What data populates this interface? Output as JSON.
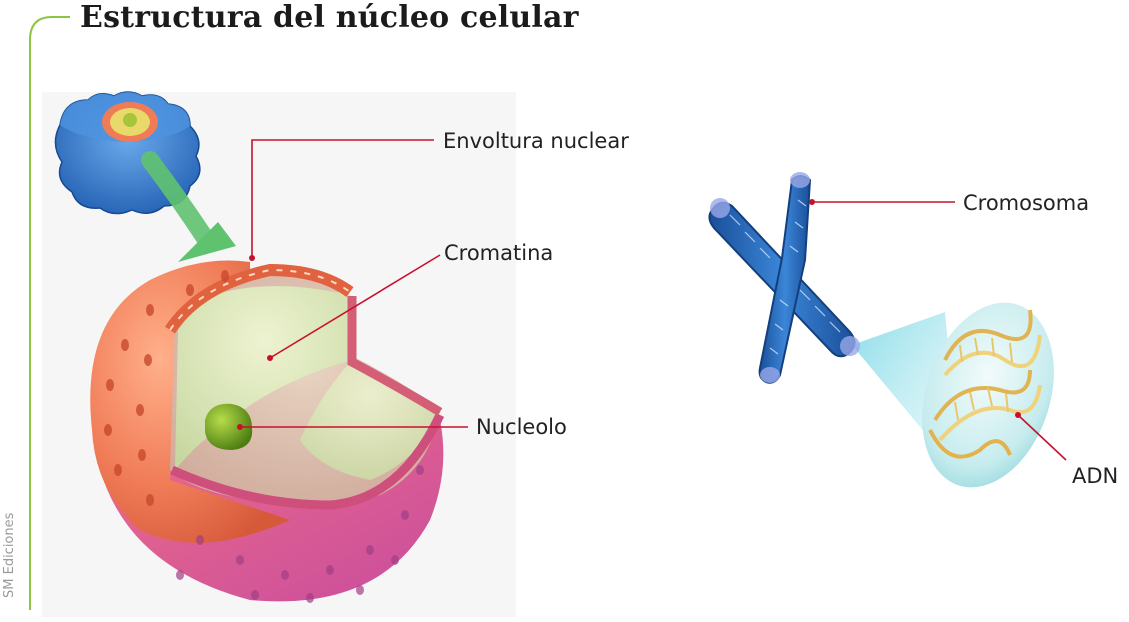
{
  "title": "Estructura del núcleo celular",
  "labels": {
    "envoltura": "Envoltura nuclear",
    "cromatina": "Cromatina",
    "nucleolo": "Nucleolo",
    "cromosoma": "Cromosoma",
    "adn": "ADN"
  },
  "credit": "SM Ediciones",
  "colors": {
    "frame": "#8cc63e",
    "leader": "#c8102e",
    "envelope": "#f07b57",
    "envelope_lower": "#d9569a",
    "chromatin": "#d7e6b0",
    "nucleolus": "#6e9e1e",
    "chromosome": "#1f5fb0",
    "cell": "#3a7fd0",
    "arrow": "#5fc26f"
  },
  "icons": [
    "cell-icon",
    "arrow-icon",
    "nucleus-icon",
    "chromosome-icon",
    "dna-icon"
  ]
}
